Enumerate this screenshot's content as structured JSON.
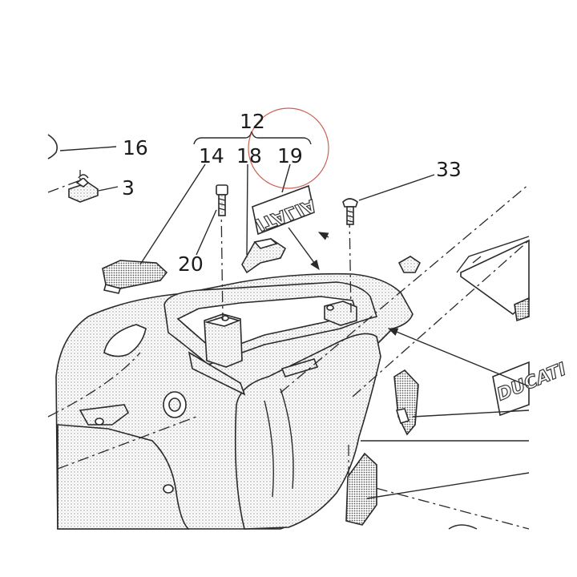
{
  "callouts": {
    "c12": "12",
    "c14": "14",
    "c18": "18",
    "c19": "19",
    "c16": "16",
    "c3": "3",
    "c33": "33",
    "c20": "20"
  },
  "decals": {
    "italia": "ITALIA",
    "ducati": "DUCATI"
  },
  "colors": {
    "line": "#2a2a2a",
    "stipple": "#8a8a8a",
    "highlight_circle": "#c0392b",
    "background": "#ffffff"
  }
}
